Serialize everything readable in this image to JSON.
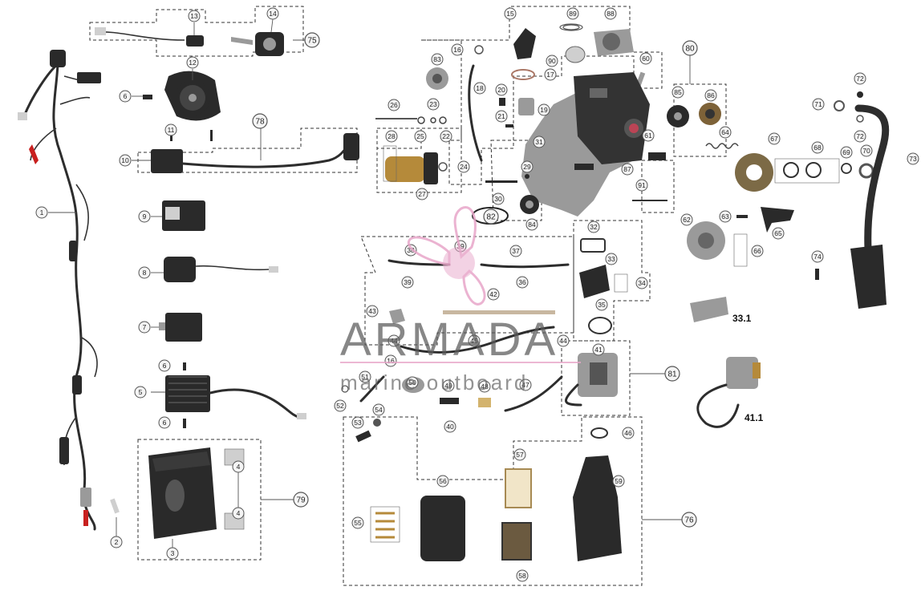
{
  "watermark": {
    "title": "ARMADA",
    "subtitle": "marine outboard",
    "logo_color": "#e8a6c9"
  },
  "inset_labels": [
    "33.1",
    "41.1"
  ],
  "callouts": [
    "1",
    "2",
    "3",
    "4",
    "4",
    "5",
    "6",
    "6",
    "6",
    "7",
    "8",
    "9",
    "10",
    "11",
    "12",
    "13",
    "14",
    "15",
    "16",
    "16",
    "17",
    "18",
    "19",
    "20",
    "21",
    "22",
    "23",
    "24",
    "25",
    "26",
    "27",
    "28",
    "29",
    "30",
    "31",
    "32",
    "33",
    "34",
    "35",
    "36",
    "37",
    "38",
    "39",
    "39",
    "40",
    "41",
    "42",
    "43",
    "44",
    "44",
    "45",
    "46",
    "47",
    "48",
    "49",
    "50",
    "51",
    "52",
    "53",
    "54",
    "55",
    "56",
    "57",
    "58",
    "59",
    "60",
    "61",
    "62",
    "63",
    "64",
    "65",
    "66",
    "67",
    "68",
    "69",
    "70",
    "71",
    "72",
    "72",
    "73",
    "74",
    "75",
    "76",
    "78",
    "79",
    "80",
    "81",
    "82",
    "84",
    "85",
    "86",
    "87",
    "88",
    "89",
    "90",
    "91",
    "83"
  ]
}
